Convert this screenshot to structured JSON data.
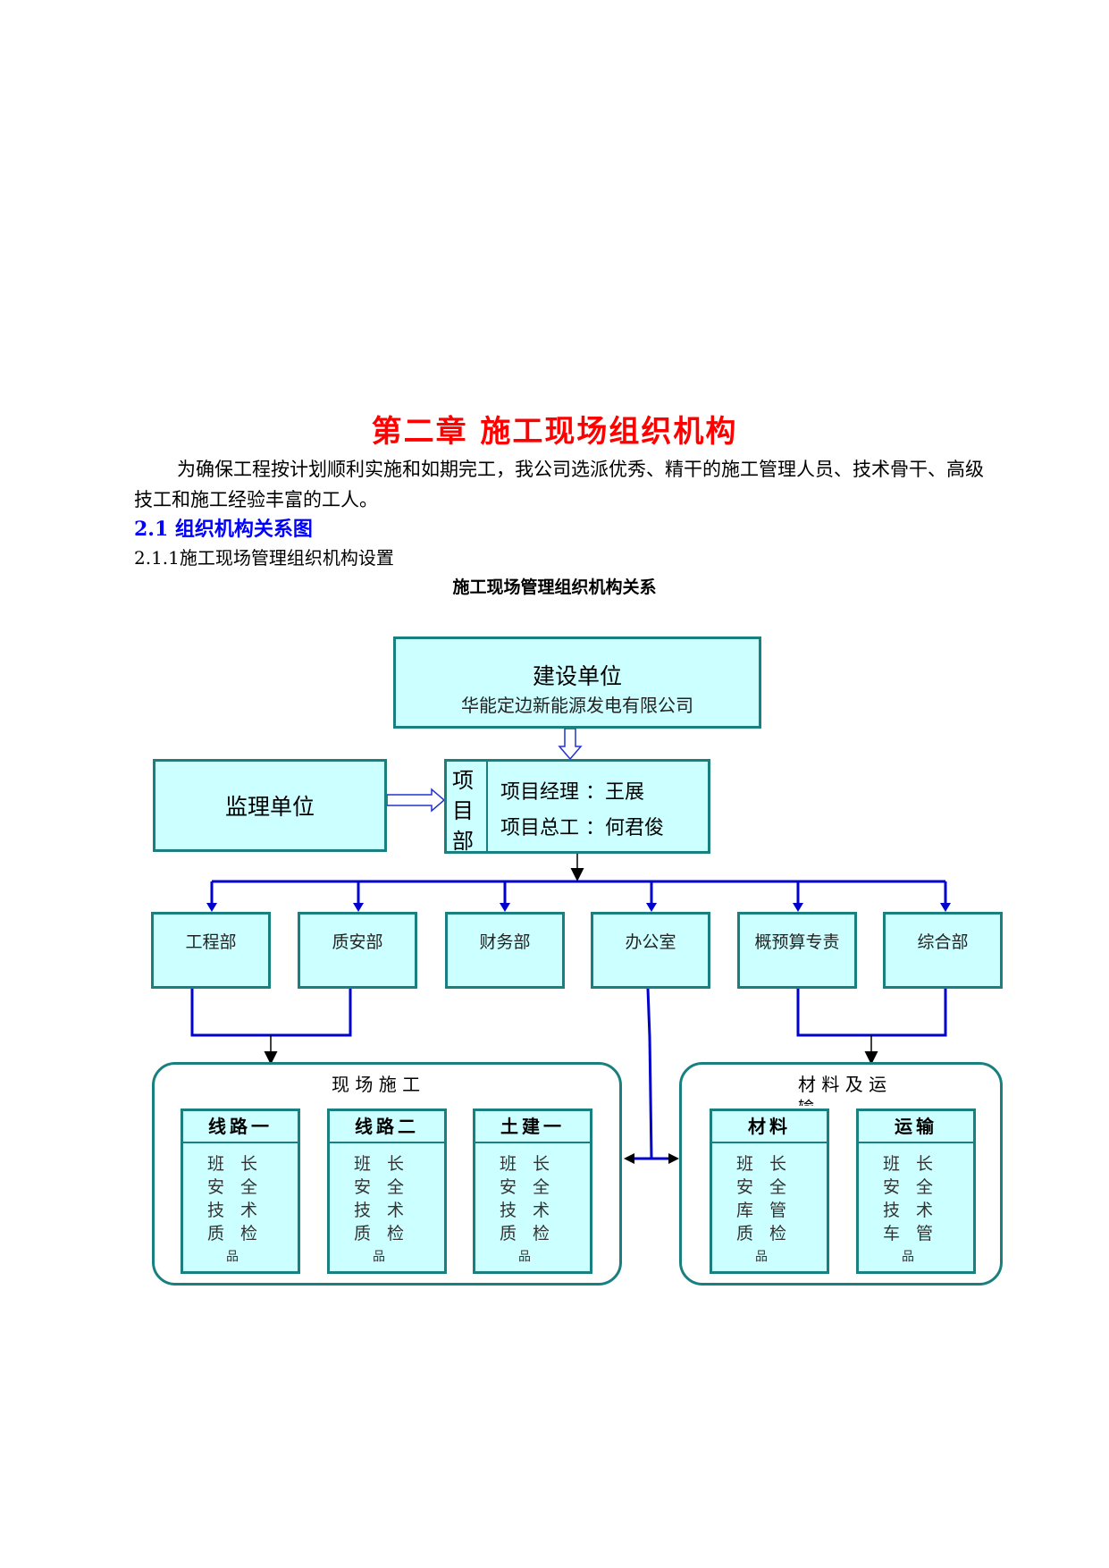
{
  "chapter_title": "第二章 施工现场组织机构",
  "intro_para": "为确保工程按计划顺利实施和如期完工，我公司选派优秀、精干的施工管理人员、技术骨干、高级技工和施工经验丰富的工人。",
  "section_heading": "2.1 组织机构关系图",
  "subsection_heading": "2.1.1施工现场管理组织机构设置",
  "chart_title": "施工现场管理组织机构关系",
  "org": {
    "owner": {
      "label": "建设单位",
      "company": "华能定边新能源发电有限公司"
    },
    "supervisor": {
      "label": "监理单位"
    },
    "project_dept": {
      "label": "项目部",
      "manager": "项目经理 ：王展",
      "chief_engineer": "项目总工 ：何君俊"
    },
    "departments": [
      "工程部",
      "质安部",
      "财务部",
      "办公室",
      "概预算专责",
      "综合部"
    ],
    "site_construction": {
      "label": "现 场 施 工",
      "teams": [
        {
          "name": "线路一",
          "roles": [
            "班长",
            "安全",
            "技术",
            "质检",
            "品"
          ]
        },
        {
          "name": "线路二",
          "roles": [
            "班长",
            "安全",
            "技术",
            "质检",
            "品"
          ]
        },
        {
          "name": "土建一",
          "roles": [
            "班长",
            "安全",
            "技术",
            "质检",
            "品"
          ]
        }
      ]
    },
    "materials_transport": {
      "label": "材 料 及 运",
      "label_overflow": "输",
      "teams": [
        {
          "name": "材料",
          "roles": [
            "班长",
            "安全",
            "库管",
            "质检",
            "品"
          ]
        },
        {
          "name": "运输",
          "roles": [
            "班长",
            "安全",
            "技术",
            "车管",
            "品"
          ]
        }
      ]
    }
  },
  "colors": {
    "chapter_title": "#ff0000",
    "section_heading": "#0000ff",
    "box_fill": "#ccffff",
    "box_border": "#1a7f7f",
    "connector": "#0000cc"
  }
}
